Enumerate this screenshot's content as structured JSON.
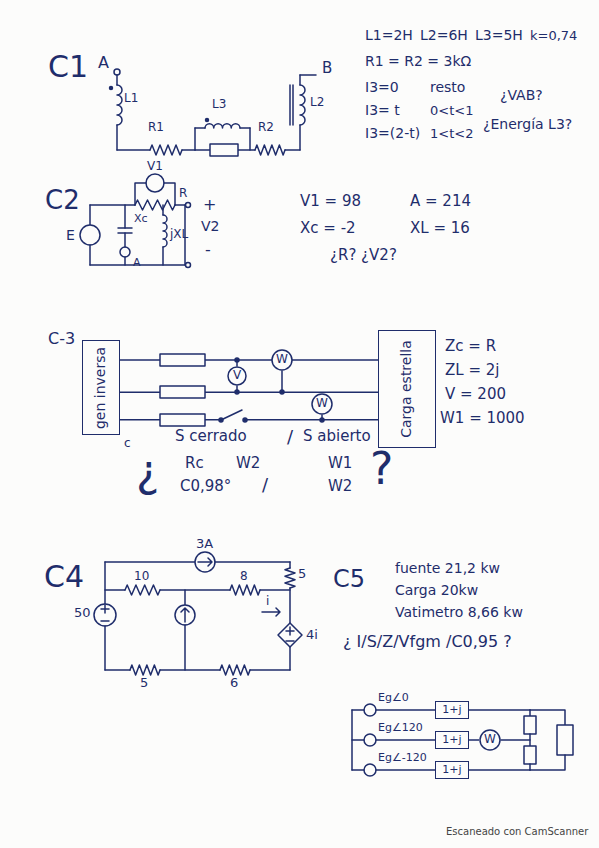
{
  "diagram": {
    "nodes": [
      {
        "text": [
          "gen inversa"
        ]
      },
      {
        "text": [
          "Carga estrella"
        ]
      },
      {
        "text": [
          "V"
        ]
      },
      {
        "text": [
          "W"
        ]
      },
      {
        "text": [
          "W"
        ]
      },
      {
        "text": [
          "1+j"
        ]
      },
      {
        "text": [
          "1+j"
        ]
      },
      {
        "text": [
          "1+j"
        ]
      },
      {
        "text": [
          "W"
        ]
      }
    ],
    "edges": [
      {
        "from": 0,
        "to": 1,
        "arrow": "none"
      },
      {
        "from": 0,
        "to": 1,
        "arrow": "none"
      },
      {
        "from": 0,
        "to": 1,
        "arrow": "none"
      },
      {
        "from": 6,
        "to": 8,
        "arrow": "none"
      }
    ],
    "labels": [
      "C1",
      "A",
      "L1",
      "R1",
      "L3",
      "R2",
      "L2",
      "B",
      "L1=2H",
      "L2=6H",
      "L3=5H",
      "k=0,74",
      "R1 = R2 = 3kΩ",
      "I3=0",
      "resto",
      "I3= t",
      "0<t<1",
      "I3=(2-t)",
      "1<t<2",
      "¿VAB?",
      "¿Energía L3?",
      "C2",
      "V1",
      "R",
      "E",
      "Xc",
      "A",
      "jXL",
      "+",
      "V2",
      "-",
      "V1 = 98",
      "A = 214",
      "Xc = -2",
      "XL = 16",
      "¿R? ¿V2?",
      "C-3",
      "c",
      "S cerrado",
      "/",
      "S abierto",
      "¿",
      "Rc",
      "W2",
      "C0,98°",
      "/",
      "W1",
      "W2",
      "?",
      "Zc = R",
      "ZL = 2j",
      "V = 200",
      "W1 = 1000",
      "C4",
      "3A",
      "10",
      "8",
      "5",
      "i",
      "4i",
      "50",
      "5",
      "6",
      "C5",
      "fuente 21,2 kw",
      "Carga 20kw",
      "Vatimetro 8,66 kw",
      "¿ I/S/Z/Vfgm /C0,95 ?",
      "Eg∠0",
      "Eg∠120",
      "Eg∠-120",
      "Escaneado con CamScanner"
    ]
  }
}
